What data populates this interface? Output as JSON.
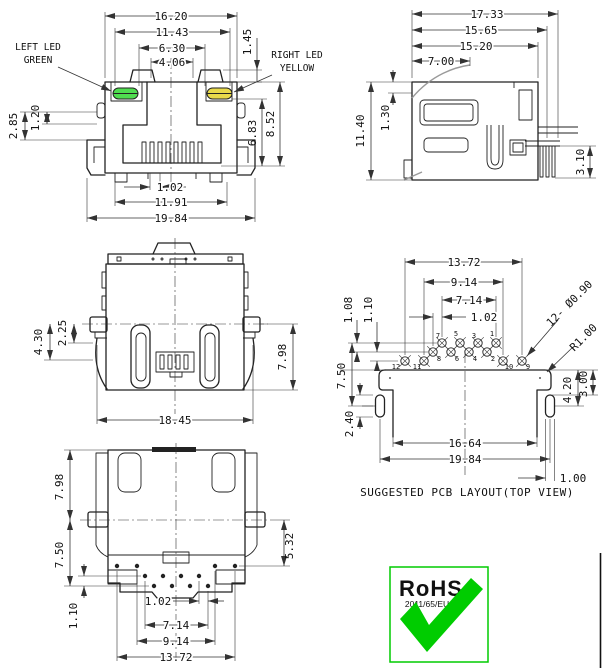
{
  "colors": {
    "line": "#222222",
    "led_green": "#4fdd4f",
    "led_yellow": "#e8d94a",
    "rohs_green": "#00cc00"
  },
  "front": {
    "labels": {
      "left_led_1": "LEFT LED",
      "left_led_2": "GREEN",
      "right_led_1": "RIGHT LED",
      "right_led_2": "YELLOW"
    },
    "dims": {
      "d1620": "16.20",
      "d1143": "11.43",
      "d630": "6.30",
      "d406": "4.06",
      "d145": "1.45",
      "d285": "2.85",
      "d120": "1.20",
      "d683": "6.83",
      "d852": "8.52",
      "d102": "1.02",
      "d1191": "11.91",
      "d1984": "19.84"
    }
  },
  "side": {
    "dims": {
      "d1733": "17.33",
      "d1565": "15.65",
      "d1520": "15.20",
      "d700": "7.00",
      "d1140": "11.40",
      "d130": "1.30",
      "d310": "3.10"
    }
  },
  "rear": {
    "dims": {
      "d225": "2.25",
      "d430": "4.30",
      "d798": "7.98",
      "d1845": "18.45"
    }
  },
  "pcb": {
    "caption": "SUGGESTED PCB LAYOUT(TOP VIEW)",
    "dims": {
      "d1372": "13.72",
      "d914": "9.14",
      "d714": "7.14",
      "d102": "1.02",
      "d108": "1.08",
      "d110": "1.10",
      "d750": "7.50",
      "d240": "2.40",
      "holes": "12- Ø0.90",
      "radius": "R1.00",
      "d420": "4.20",
      "d300": "3.00",
      "d1664": "16.64",
      "d1984": "19.84",
      "d100": "1.00"
    },
    "pins": [
      "7",
      "5",
      "3",
      "1",
      "8",
      "6",
      "4",
      "2",
      "12",
      "11",
      "10",
      "9"
    ]
  },
  "bottom": {
    "dims": {
      "d798": "7.98",
      "d750": "7.50",
      "d110": "1.10",
      "d532": "5.32",
      "d102": "1.02",
      "d714": "7.14",
      "d914": "9.14",
      "d1372": "13.72"
    }
  },
  "rohs": {
    "title": "RoHS",
    "directive": "2011/65/EU"
  }
}
